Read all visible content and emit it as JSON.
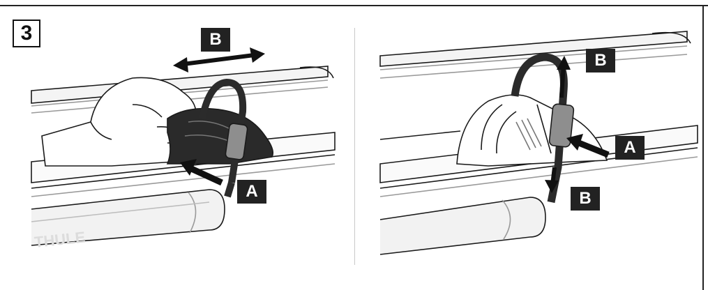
{
  "step": {
    "number": "3"
  },
  "left_panel": {
    "callouts": {
      "slide": "B",
      "push": "A"
    }
  },
  "right_panel": {
    "callouts": {
      "strap_up": "B",
      "push": "A",
      "strap_down": "B"
    }
  },
  "colors": {
    "line": "#1a1a1a",
    "rail_gray": "#9a9a9a",
    "strap": "#2b2b2b",
    "callout_bg": "#222222"
  },
  "icons": [
    "double-arrow-horizontal-icon",
    "push-arrow-icon",
    "strap-arrow-up-icon",
    "strap-arrow-down-icon"
  ]
}
